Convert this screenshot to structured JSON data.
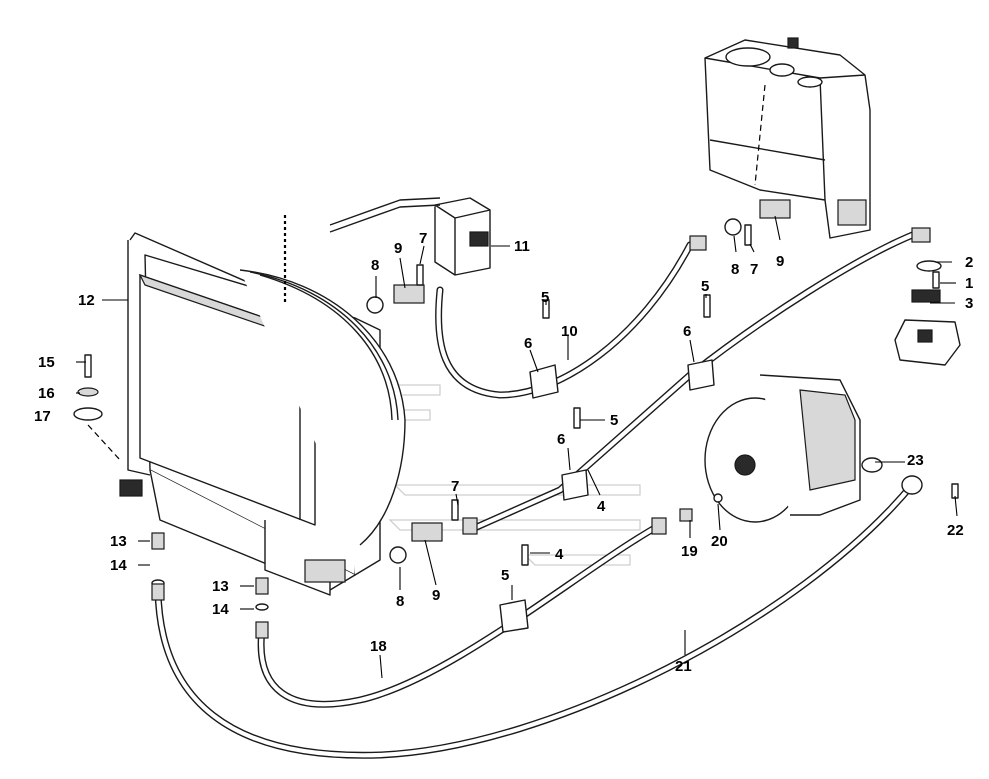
{
  "callouts": [
    {
      "id": "c12",
      "text": "12"
    },
    {
      "id": "c15",
      "text": "15"
    },
    {
      "id": "c16",
      "text": "16"
    },
    {
      "id": "c17",
      "text": "17"
    },
    {
      "id": "c13a",
      "text": "13"
    },
    {
      "id": "c14a",
      "text": "14"
    },
    {
      "id": "c13b",
      "text": "13"
    },
    {
      "id": "c14b",
      "text": "14"
    },
    {
      "id": "c8a",
      "text": "8"
    },
    {
      "id": "c9a",
      "text": "9"
    },
    {
      "id": "c7a",
      "text": "7"
    },
    {
      "id": "c11",
      "text": "11"
    },
    {
      "id": "c5a",
      "text": "5"
    },
    {
      "id": "c10",
      "text": "10"
    },
    {
      "id": "c6a",
      "text": "6"
    },
    {
      "id": "c5b",
      "text": "5"
    },
    {
      "id": "c6b",
      "text": "6"
    },
    {
      "id": "c8b",
      "text": "8"
    },
    {
      "id": "c7b",
      "text": "7"
    },
    {
      "id": "c9b",
      "text": "9"
    },
    {
      "id": "c2",
      "text": "2"
    },
    {
      "id": "c1",
      "text": "1"
    },
    {
      "id": "c3",
      "text": "3"
    },
    {
      "id": "c5c",
      "text": "5"
    },
    {
      "id": "c6c",
      "text": "6"
    },
    {
      "id": "c4a",
      "text": "4"
    },
    {
      "id": "c7c",
      "text": "7"
    },
    {
      "id": "c8c",
      "text": "8"
    },
    {
      "id": "c9c",
      "text": "9"
    },
    {
      "id": "c4b",
      "text": "4"
    },
    {
      "id": "c5d",
      "text": "5"
    },
    {
      "id": "c18",
      "text": "18"
    },
    {
      "id": "c19",
      "text": "19"
    },
    {
      "id": "c20",
      "text": "20"
    },
    {
      "id": "c21",
      "text": "21"
    },
    {
      "id": "c22",
      "text": "22"
    },
    {
      "id": "c23",
      "text": "23"
    }
  ]
}
